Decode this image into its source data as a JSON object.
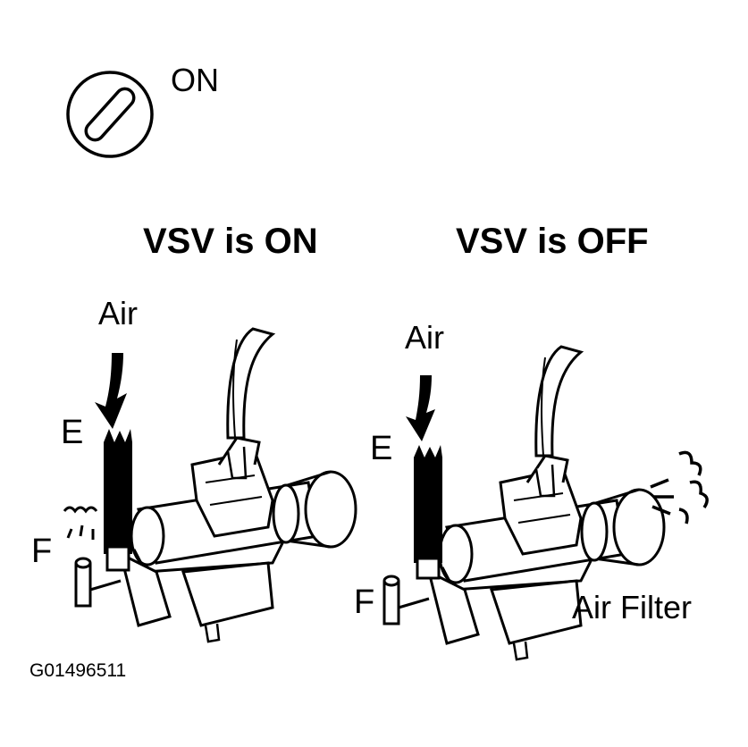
{
  "ignition": {
    "icon": "ignition-key-icon",
    "label": "ON"
  },
  "panels": [
    {
      "title": "VSV is ON",
      "air_label": "Air",
      "port_e": "E",
      "port_f": "F"
    },
    {
      "title": "VSV is OFF",
      "air_label": "Air",
      "port_e": "E",
      "port_f": "F",
      "filter_label": "Air Filter"
    }
  ],
  "figure_code": "G01496511"
}
